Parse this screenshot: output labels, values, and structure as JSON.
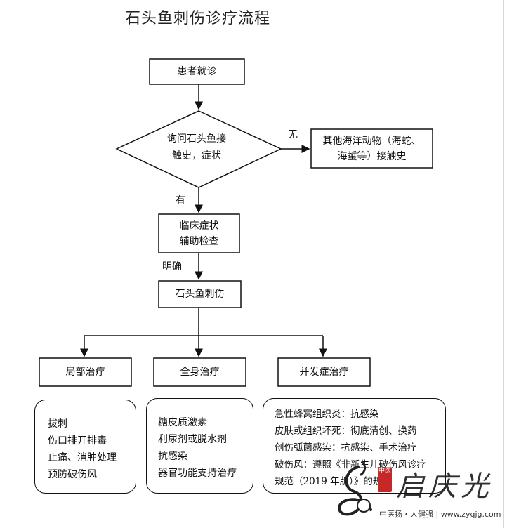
{
  "title": "石头鱼刺伤诊疗流程",
  "nodes": {
    "start": "患者就诊",
    "inquiry": [
      "询问石头鱼接",
      "触史，症状"
    ],
    "other_contact": [
      "其他海洋动物（海蛇、",
      "海蜇等）接触史"
    ],
    "clinical": [
      "临床症状",
      "辅助检查"
    ],
    "diagnosis": "石头鱼刺伤",
    "local": "局部治疗",
    "systemic": "全身治疗",
    "complication": "并发症治疗"
  },
  "edge_labels": {
    "no": "无",
    "yes": "有",
    "confirmed": "明确"
  },
  "details": {
    "local": [
      "拔刺",
      "伤口排开排毒",
      "止痛、消肿处理",
      "预防破伤风"
    ],
    "systemic": [
      "糖皮质激素",
      "利尿剂或脱水剂",
      "抗感染",
      "器官功能支持治疗"
    ],
    "complication": [
      "急性蜂窝组织炎：抗感染",
      "皮肤或组织坏死：彻底清创、换药",
      "创伤弧菌感染：抗感染、手术治疗",
      "破伤风：遵照《非新生儿破伤风诊疗",
      "规范（2019 年版）》的规"
    ]
  },
  "watermark": {
    "seal": "中医",
    "name": "启庆光",
    "tagline": "中医扬・人健强 | www.zyqjg.com"
  },
  "colors": {
    "line": "#111111",
    "seal": "#c62828"
  }
}
